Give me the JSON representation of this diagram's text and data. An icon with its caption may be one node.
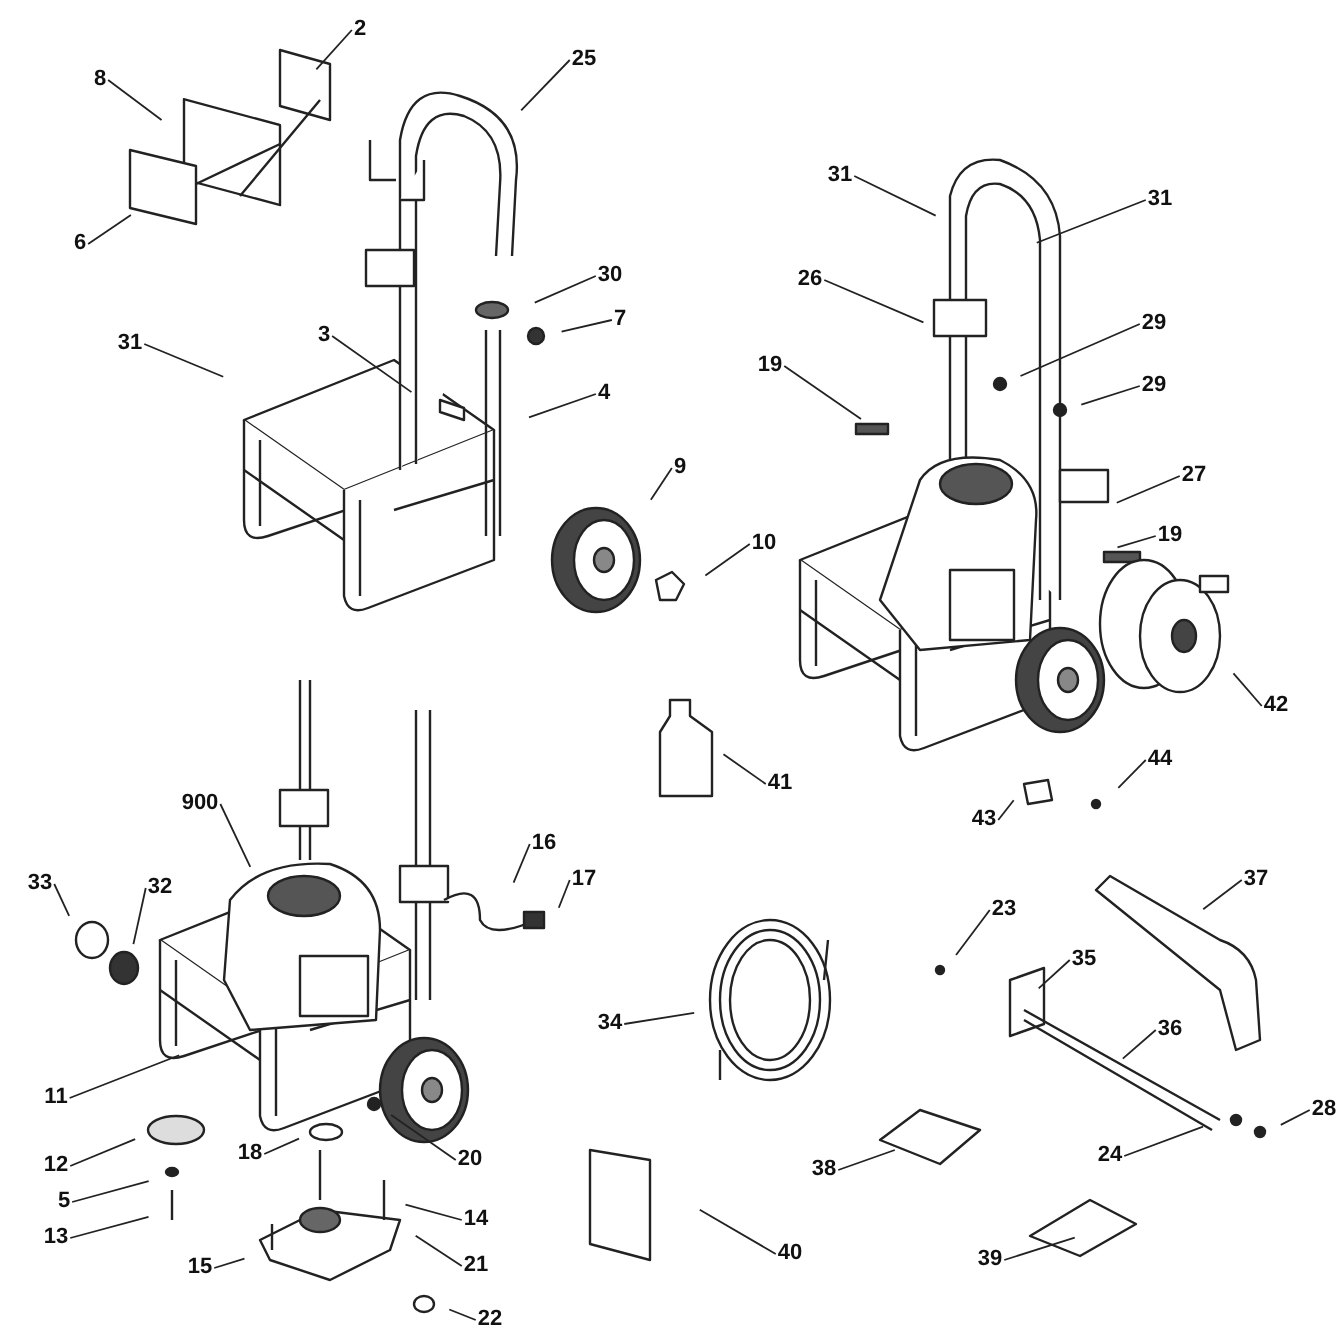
{
  "diagram": {
    "nodes": [
      {
        "text": [
          "2"
        ]
      },
      {
        "text": [
          "8"
        ]
      },
      {
        "text": [
          "6"
        ]
      },
      {
        "text": [
          "25"
        ]
      },
      {
        "text": [
          "30"
        ]
      },
      {
        "text": [
          "31"
        ]
      },
      {
        "text": [
          "3"
        ]
      },
      {
        "text": [
          "7"
        ]
      },
      {
        "text": [
          "4"
        ]
      },
      {
        "text": [
          "9"
        ]
      },
      {
        "text": [
          "10"
        ]
      },
      {
        "text": [
          "31"
        ]
      },
      {
        "text": [
          "31"
        ]
      },
      {
        "text": [
          "26"
        ]
      },
      {
        "text": [
          "29"
        ]
      },
      {
        "text": [
          "19"
        ]
      },
      {
        "text": [
          "29"
        ]
      },
      {
        "text": [
          "27"
        ]
      },
      {
        "text": [
          "19"
        ]
      },
      {
        "text": [
          "42"
        ]
      },
      {
        "text": [
          "41"
        ]
      },
      {
        "text": [
          "44"
        ]
      },
      {
        "text": [
          "43"
        ]
      },
      {
        "text": [
          "900"
        ]
      },
      {
        "text": [
          "16"
        ]
      },
      {
        "text": [
          "17"
        ]
      },
      {
        "text": [
          "33"
        ]
      },
      {
        "text": [
          "32"
        ]
      },
      {
        "text": [
          "11"
        ]
      },
      {
        "text": [
          "12"
        ]
      },
      {
        "text": [
          "5"
        ]
      },
      {
        "text": [
          "13"
        ]
      },
      {
        "text": [
          "18"
        ]
      },
      {
        "text": [
          "20"
        ]
      },
      {
        "text": [
          "14"
        ]
      },
      {
        "text": [
          "21"
        ]
      },
      {
        "text": [
          "15"
        ]
      },
      {
        "text": [
          "22"
        ]
      },
      {
        "text": [
          "34"
        ]
      },
      {
        "text": [
          "23"
        ]
      },
      {
        "text": [
          "35"
        ]
      },
      {
        "text": [
          "37"
        ]
      },
      {
        "text": [
          "36"
        ]
      },
      {
        "text": [
          "28"
        ]
      },
      {
        "text": [
          "24"
        ]
      },
      {
        "text": [
          "38"
        ]
      },
      {
        "text": [
          "40"
        ]
      },
      {
        "text": [
          "39"
        ]
      }
    ],
    "edges": [
      {
        "from": 0,
        "to": null,
        "arrow": "none"
      },
      {
        "from": 1,
        "to": null,
        "arrow": "none"
      },
      {
        "from": 2,
        "to": null,
        "arrow": "none"
      },
      {
        "from": 3,
        "to": null,
        "arrow": "none"
      },
      {
        "from": 4,
        "to": null,
        "arrow": "none"
      },
      {
        "from": 5,
        "to": null,
        "arrow": "none"
      },
      {
        "from": 6,
        "to": null,
        "arrow": "none"
      },
      {
        "from": 7,
        "to": null,
        "arrow": "none"
      },
      {
        "from": 8,
        "to": null,
        "arrow": "none"
      },
      {
        "from": 9,
        "to": null,
        "arrow": "none"
      },
      {
        "from": 10,
        "to": null,
        "arrow": "none"
      },
      {
        "from": 11,
        "to": null,
        "arrow": "none"
      },
      {
        "from": 12,
        "to": null,
        "arrow": "none"
      },
      {
        "from": 13,
        "to": null,
        "arrow": "none"
      },
      {
        "from": 14,
        "to": null,
        "arrow": "none"
      },
      {
        "from": 15,
        "to": null,
        "arrow": "none"
      },
      {
        "from": 16,
        "to": null,
        "arrow": "none"
      },
      {
        "from": 17,
        "to": null,
        "arrow": "none"
      },
      {
        "from": 18,
        "to": null,
        "arrow": "none"
      },
      {
        "from": 19,
        "to": null,
        "arrow": "none"
      },
      {
        "from": 20,
        "to": null,
        "arrow": "none"
      },
      {
        "from": 21,
        "to": null,
        "arrow": "none"
      },
      {
        "from": 22,
        "to": null,
        "arrow": "none"
      },
      {
        "from": 23,
        "to": null,
        "arrow": "none"
      },
      {
        "from": 24,
        "to": null,
        "arrow": "none"
      },
      {
        "from": 25,
        "to": null,
        "arrow": "none"
      },
      {
        "from": 26,
        "to": null,
        "arrow": "none"
      },
      {
        "from": 27,
        "to": null,
        "arrow": "none"
      },
      {
        "from": 28,
        "to": null,
        "arrow": "none"
      },
      {
        "from": 29,
        "to": null,
        "arrow": "none"
      },
      {
        "from": 30,
        "to": null,
        "arrow": "none"
      },
      {
        "from": 31,
        "to": null,
        "arrow": "none"
      },
      {
        "from": 32,
        "to": null,
        "arrow": "none"
      },
      {
        "from": 33,
        "to": null,
        "arrow": "none"
      },
      {
        "from": 34,
        "to": null,
        "arrow": "none"
      },
      {
        "from": 35,
        "to": null,
        "arrow": "none"
      },
      {
        "from": 36,
        "to": null,
        "arrow": "none"
      },
      {
        "from": 37,
        "to": null,
        "arrow": "none"
      },
      {
        "from": 38,
        "to": null,
        "arrow": "none"
      },
      {
        "from": 39,
        "to": null,
        "arrow": "none"
      },
      {
        "from": 40,
        "to": null,
        "arrow": "none"
      },
      {
        "from": 41,
        "to": null,
        "arrow": "none"
      },
      {
        "from": 42,
        "to": null,
        "arrow": "none"
      },
      {
        "from": 43,
        "to": null,
        "arrow": "none"
      },
      {
        "from": 44,
        "to": null,
        "arrow": "none"
      },
      {
        "from": 45,
        "to": null,
        "arrow": "none"
      },
      {
        "from": 46,
        "to": null,
        "arrow": "none"
      },
      {
        "from": 47,
        "to": null,
        "arrow": "none"
      }
    ]
  }
}
